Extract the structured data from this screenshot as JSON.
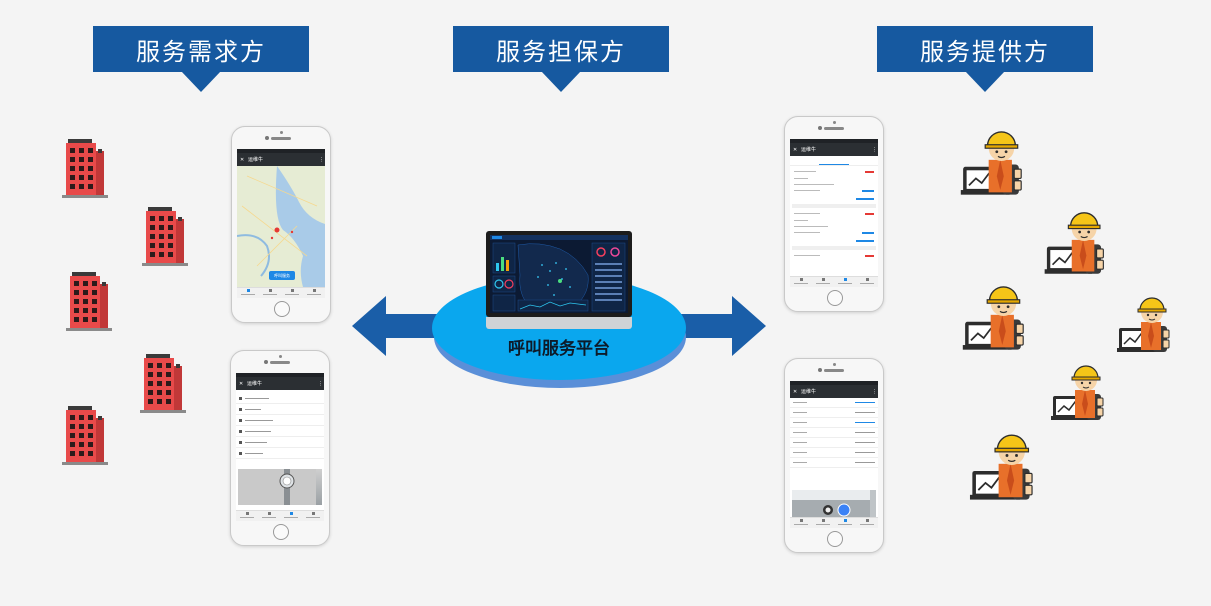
{
  "banners": {
    "demand": "服务需求方",
    "guarantee": "服务担保方",
    "provider": "服务提供方"
  },
  "platform": {
    "label": "呼叫服务平台"
  },
  "phones": {
    "map_app": {
      "title": "运维牛",
      "call_button": "呼叫服务"
    },
    "menu_app": {
      "title": "运维牛"
    },
    "orders_app": {
      "title": "运维牛"
    },
    "detail_app": {
      "title": "运维牛"
    }
  },
  "colors": {
    "banner": "#1659a0",
    "arrow": "#1a5ea8",
    "platform_disc": "#0aa7ee",
    "building": "#e84a4a",
    "helmet": "#f5c518"
  },
  "icons": {
    "building": "apartment-building-icon",
    "worker": "engineer-with-laptop-icon",
    "monitor": "dashboard-monitor-icon"
  }
}
